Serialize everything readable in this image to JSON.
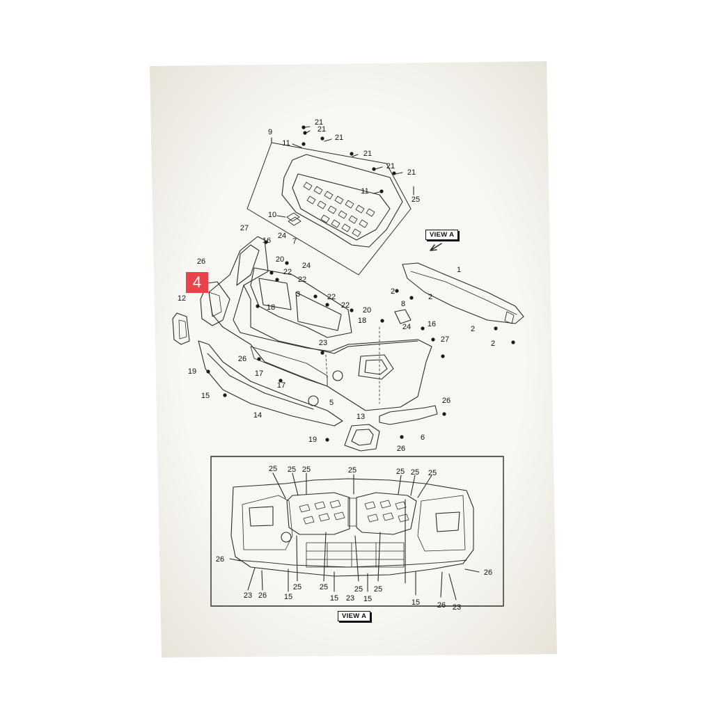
{
  "badge": "4",
  "view_tags": {
    "top": "VIEW A",
    "bottom": "VIEW A"
  },
  "callouts": [
    "21",
    "21",
    "21",
    "21",
    "21",
    "21",
    "11",
    "11",
    "9",
    "25",
    "10",
    "27",
    "16",
    "24",
    "7",
    "20",
    "24",
    "22",
    "22",
    "26",
    "1",
    "2",
    "2",
    "12",
    "18",
    "3",
    "22",
    "22",
    "20",
    "18",
    "8",
    "24",
    "16",
    "2",
    "2",
    "27",
    "23",
    "26",
    "17",
    "17",
    "19",
    "15",
    "5",
    "14",
    "26",
    "13",
    "6",
    "19",
    "26",
    "25",
    "25",
    "25",
    "25",
    "25",
    "25",
    "25",
    "26",
    "26",
    "23",
    "26",
    "15",
    "25",
    "25",
    "15",
    "23",
    "15",
    "25",
    "25",
    "15",
    "26",
    "23"
  ],
  "colors": {
    "line": "#2a2a2a",
    "badge": "#e8434a",
    "paper": "#f7f6f1"
  }
}
